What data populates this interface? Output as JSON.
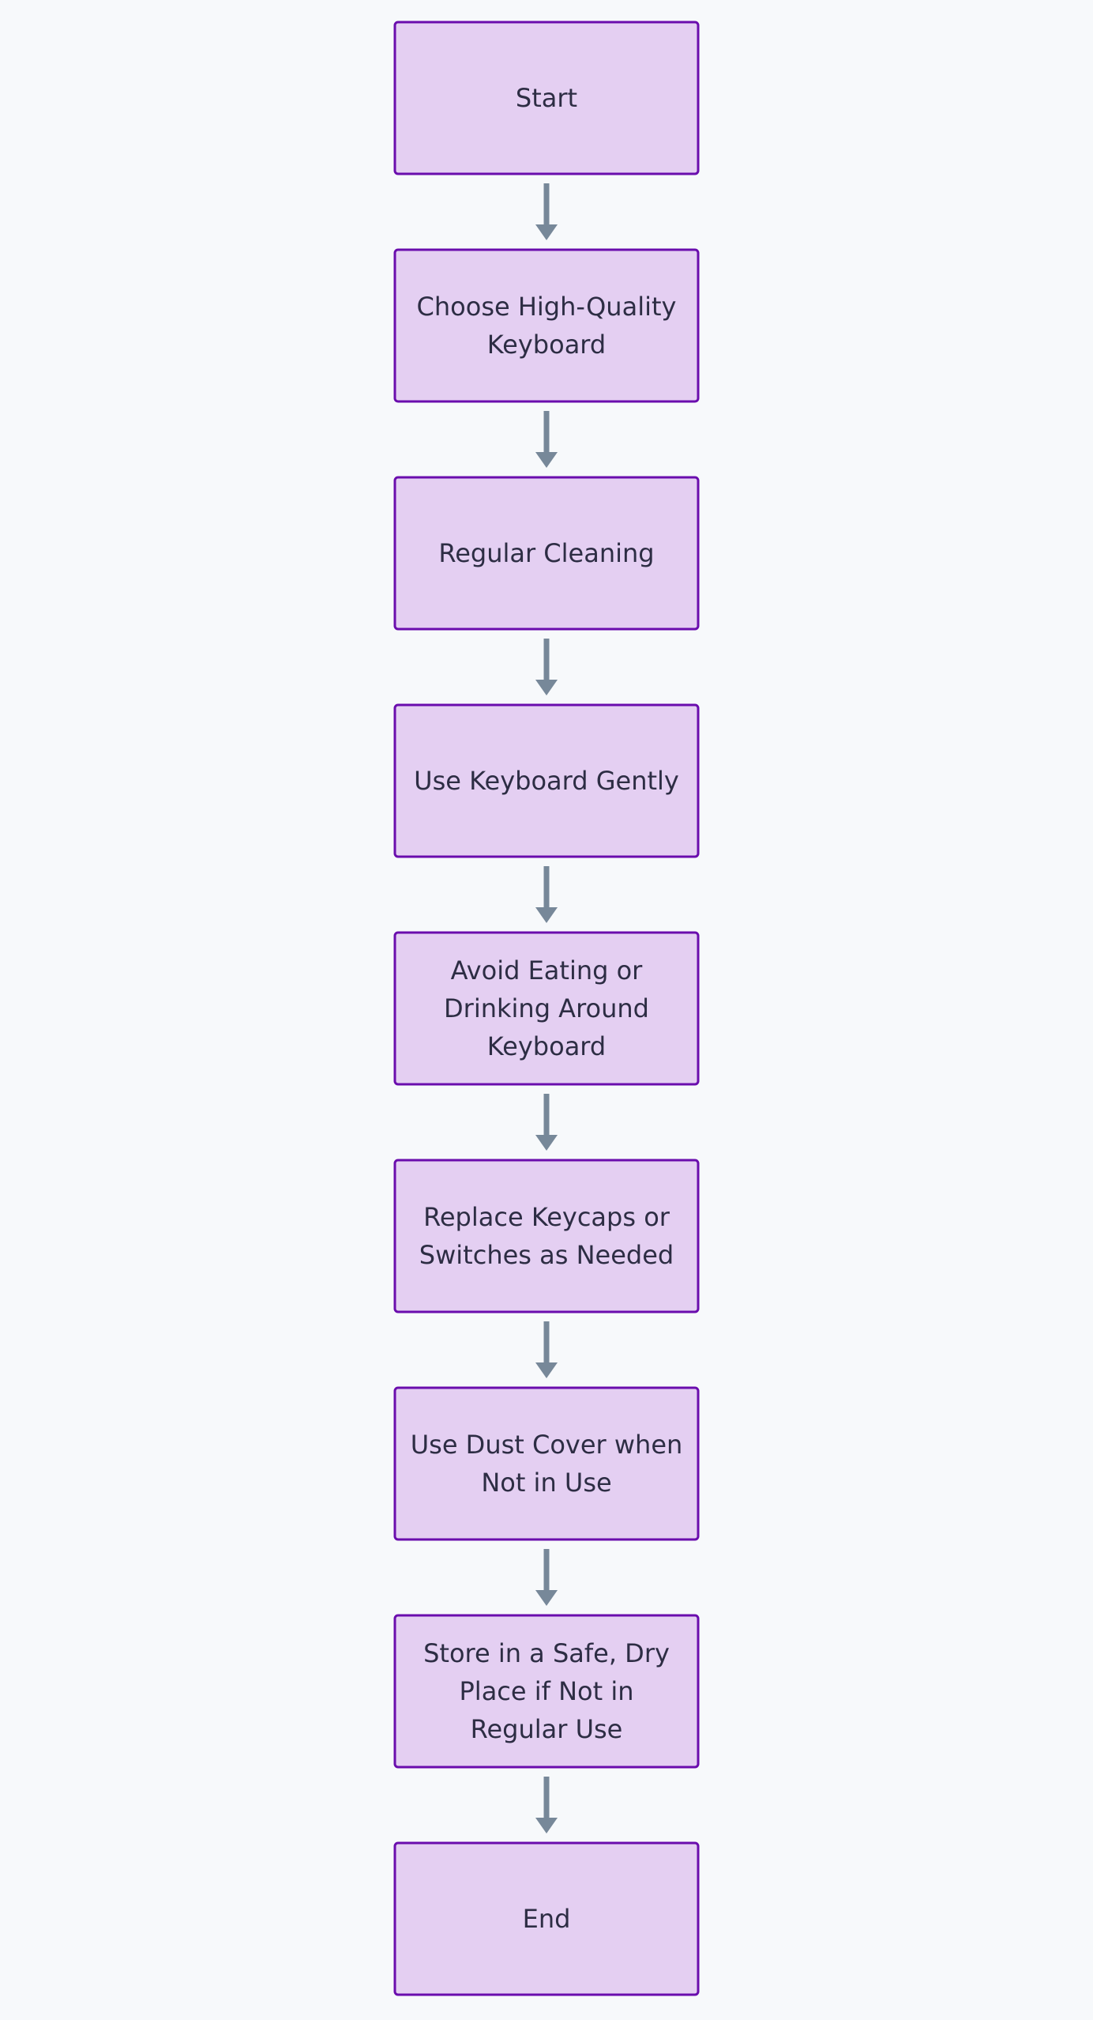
{
  "colors": {
    "background": "#f7f9fb",
    "node_fill": "#e4cff2",
    "node_stroke": "#6a0dad",
    "arrow": "#778899",
    "text": "#2d2d44"
  },
  "nodes": [
    {
      "id": "start",
      "lines": [
        "Start"
      ]
    },
    {
      "id": "choose-keyboard",
      "lines": [
        "Choose High-Quality",
        "Keyboard"
      ]
    },
    {
      "id": "regular-cleaning",
      "lines": [
        "Regular Cleaning"
      ]
    },
    {
      "id": "use-gently",
      "lines": [
        "Use Keyboard Gently"
      ]
    },
    {
      "id": "avoid-eating",
      "lines": [
        "Avoid Eating or",
        "Drinking Around",
        "Keyboard"
      ]
    },
    {
      "id": "replace-keycaps",
      "lines": [
        "Replace Keycaps or",
        "Switches as Needed"
      ]
    },
    {
      "id": "dust-cover",
      "lines": [
        "Use Dust Cover when",
        "Not in Use"
      ]
    },
    {
      "id": "store-safe",
      "lines": [
        "Store in a Safe, Dry",
        "Place if Not in",
        "Regular Use"
      ]
    },
    {
      "id": "end",
      "lines": [
        "End"
      ]
    }
  ],
  "edges": [
    {
      "from": "start",
      "to": "choose-keyboard"
    },
    {
      "from": "choose-keyboard",
      "to": "regular-cleaning"
    },
    {
      "from": "regular-cleaning",
      "to": "use-gently"
    },
    {
      "from": "use-gently",
      "to": "avoid-eating"
    },
    {
      "from": "avoid-eating",
      "to": "replace-keycaps"
    },
    {
      "from": "replace-keycaps",
      "to": "dust-cover"
    },
    {
      "from": "dust-cover",
      "to": "store-safe"
    },
    {
      "from": "store-safe",
      "to": "end"
    }
  ]
}
